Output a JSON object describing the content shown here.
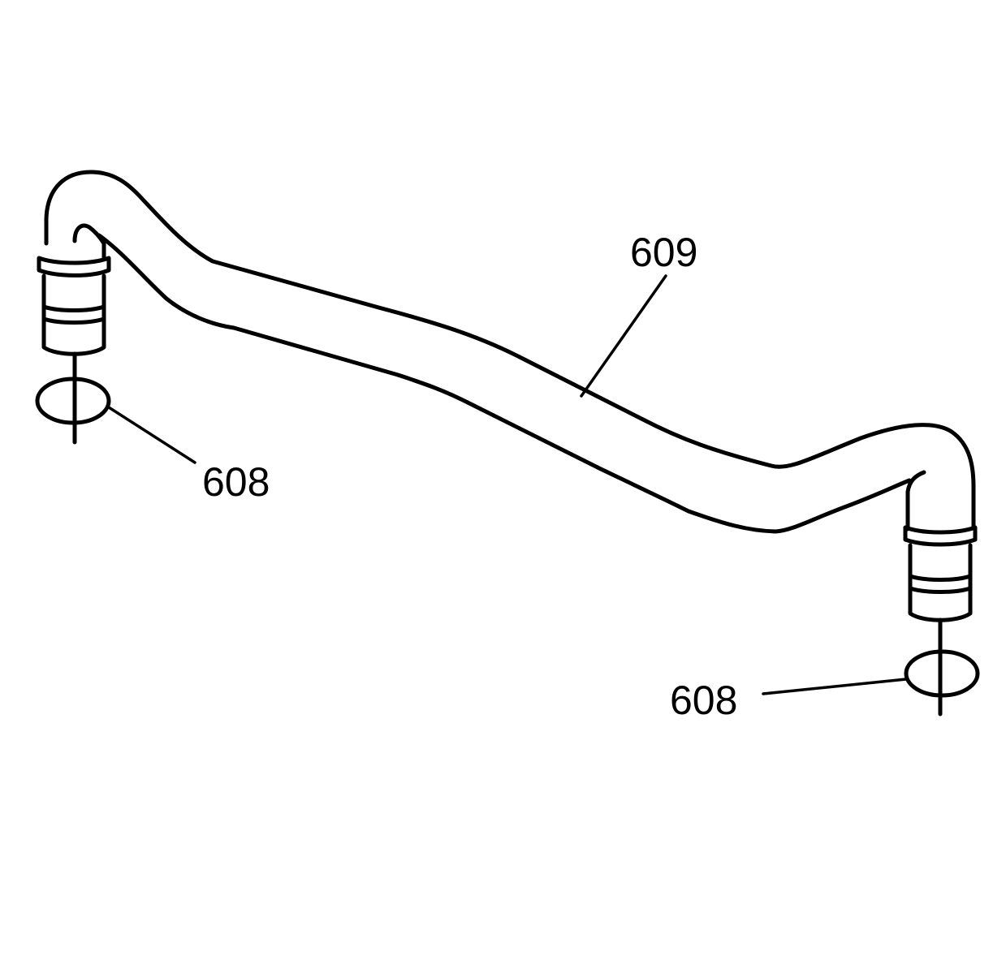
{
  "diagram": {
    "parts": [
      {
        "id": "hose",
        "label": "609"
      },
      {
        "id": "seal-left",
        "label": "608"
      },
      {
        "id": "seal-right",
        "label": "608"
      }
    ]
  },
  "colors": {
    "line": "#000000",
    "background": "#ffffff"
  }
}
